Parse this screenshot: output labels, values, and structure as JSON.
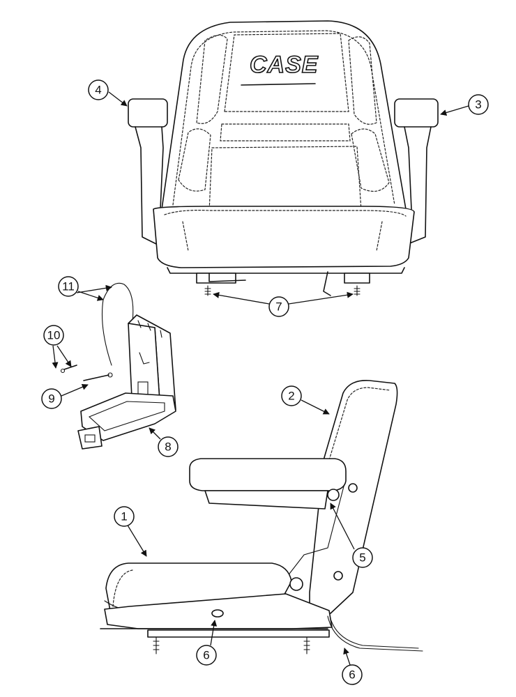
{
  "brand": {
    "logo_text": "CASE"
  },
  "callouts": {
    "c1": "1",
    "c2": "2",
    "c3": "3",
    "c4": "4",
    "c5": "5",
    "c6a": "6",
    "c6b": "6",
    "c7": "7",
    "c8": "8",
    "c9": "9",
    "c10": "10",
    "c11": "11"
  }
}
